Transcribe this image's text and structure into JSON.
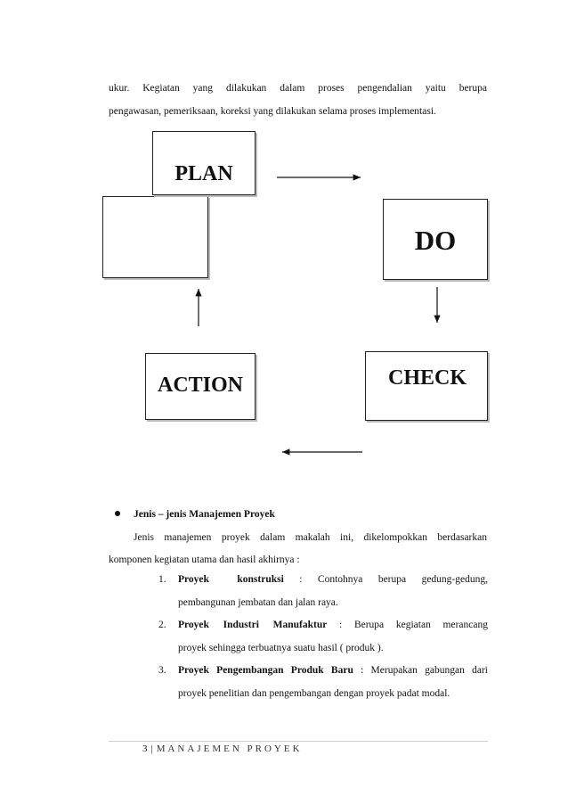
{
  "intro": {
    "line1": "ukur. Kegiatan yang dilakukan dalam proses pengendalian yaitu berupa",
    "line2": "pengawasan, pemeriksaan, koreksi yang dilakukan selama proses implementasi."
  },
  "diagram": {
    "plan": "PLAN",
    "do": "DO",
    "check": "CHECK",
    "action": "ACTION"
  },
  "section": {
    "title": "Jenis – jenis Manajemen Proyek",
    "para_line1": "Jenis manajemen proyek dalam makalah ini, dikelompokkan berdasarkan",
    "para_line2": "komponen kegiatan utama dan hasil akhirnya :",
    "items": [
      {
        "num": "1.",
        "bold": "Proyek konstruksi",
        "rest1": " : Contohnya berupa gedung-gedung,",
        "line2": "pembangunan jembatan dan jalan raya."
      },
      {
        "num": "2.",
        "bold": "Proyek Industri Manufaktur",
        "rest1": " : Berupa kegiatan merancang",
        "line2": "proyek sehingga terbuatnya suatu hasil ( produk )."
      },
      {
        "num": "3.",
        "bold": "Proyek Pengembangan Produk Baru",
        "rest1": " : Merupakan gabungan dari",
        "line2": "proyek penelitian dan pengembangan dengan proyek padat modal."
      }
    ]
  },
  "footer": {
    "page": "3",
    "separator": "|",
    "title": "MANAJEMEN PROYEK"
  }
}
